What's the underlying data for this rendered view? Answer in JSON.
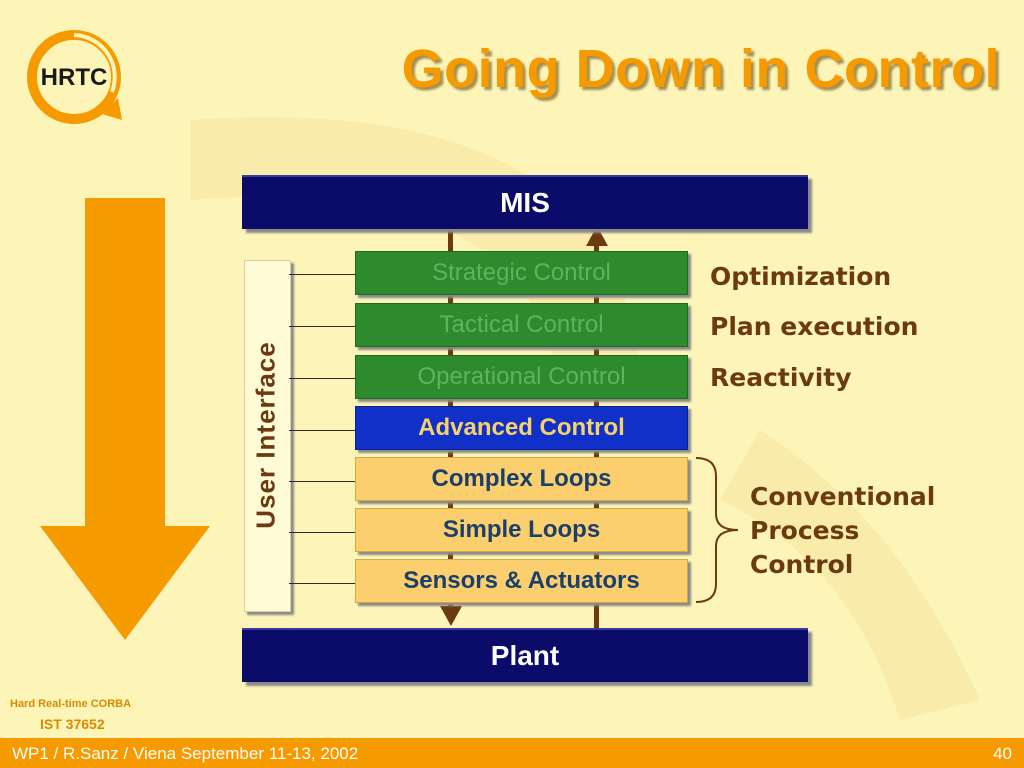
{
  "slide": {
    "title": "Going Down in Control",
    "logo_text": "HRTC",
    "mis_label": "MIS",
    "plant_label": "Plant",
    "user_interface_label": "User Interface",
    "control_layers": [
      {
        "label": "Strategic Control",
        "style": "green"
      },
      {
        "label": "Tactical Control",
        "style": "green"
      },
      {
        "label": "Operational Control",
        "style": "green"
      },
      {
        "label": "Advanced Control",
        "style": "blue"
      },
      {
        "label": "Complex Loops",
        "style": "tan"
      },
      {
        "label": "Simple Loops",
        "style": "tan"
      },
      {
        "label": "Sensors & Actuators",
        "style": "tan"
      }
    ],
    "right_labels": [
      "Optimization",
      "Plan execution",
      "Reactivity"
    ],
    "conventional_label": [
      "Conventional",
      "Process",
      "Control"
    ],
    "footer_corba": "Hard Real-time CORBA",
    "footer_ist": "IST 37652",
    "footer_text": "WP1 / R.Sanz / Viena September 11-13, 2002",
    "page_number": "40"
  },
  "colors": {
    "background": "#fdf5b8",
    "accent_orange": "#f59a00",
    "navy": "#0b0b6a",
    "green": "#2d8a2d",
    "blue": "#1030c8",
    "tan": "#fbcf6e",
    "brown": "#6b3a10"
  },
  "icons": [
    "hrtc-logo-icon",
    "down-arrow-icon",
    "up-arrow-icon",
    "brace-icon"
  ]
}
